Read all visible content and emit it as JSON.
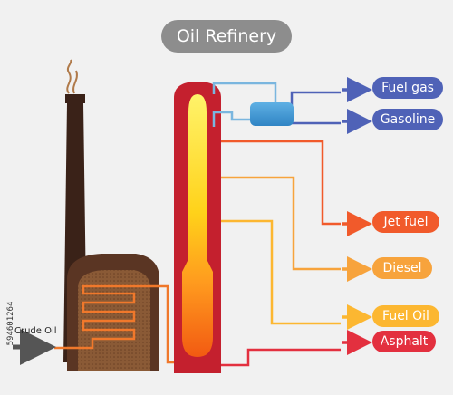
{
  "title": "Oil Refinery",
  "input_label": "Crude Oil",
  "side_stamp": "594601264",
  "colors": {
    "background": "#f1f1f1",
    "title_pill": "#8d8d8d",
    "gas_blue": "#4f62b7",
    "pipe_light_blue": "#7ab6df",
    "jet_fuel": "#f15a2b",
    "diesel": "#f7a33c",
    "fuel_oil": "#fcb731",
    "asphalt": "#e3303f",
    "column_shell": "#c4202e",
    "chimney": "#3a2218"
  },
  "products": [
    {
      "label": "Fuel gas",
      "color": "#4f62b7"
    },
    {
      "label": "Gasoline",
      "color": "#4f62b7"
    },
    {
      "label": "Jet  fuel",
      "color": "#f15a2b"
    },
    {
      "label": "Diesel",
      "color": "#f7a33c"
    },
    {
      "label": "Fuel Oil",
      "color": "#fcb731"
    },
    {
      "label": "Asphalt",
      "color": "#e3303f"
    }
  ]
}
